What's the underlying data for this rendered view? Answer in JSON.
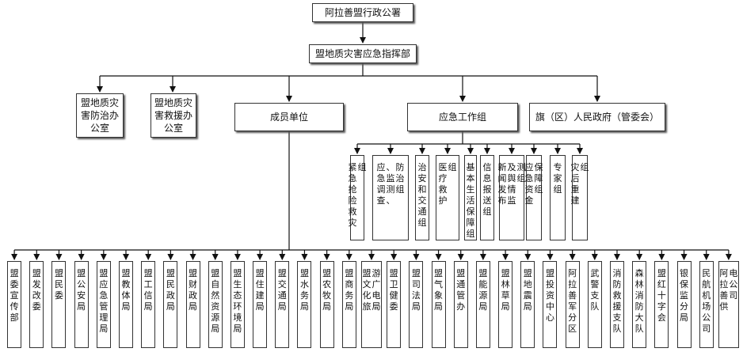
{
  "top": "阿拉善盟行政公署",
  "hq": "盟地质灾害应急指挥部",
  "level2": [
    "盟地质灾害防治办公室",
    "盟地质灾害救援办公室",
    "成员单位",
    "应急工作组",
    "旗（区）人民政府（管委会）"
  ],
  "groups": [
    "紧急抢险救灾组",
    "应急调查、监测、防治组",
    "治安和交通组",
    "医疗救护组",
    "基本生活保障组",
    "信息报送组",
    "新闻发布及舆情监测组",
    "应急资金保障组",
    "专家组",
    "灾后重建组"
  ],
  "members": [
    "盟委宣传部",
    "盟发改委",
    "盟民委",
    "盟公安局",
    "盟应急管理局",
    "盟教体局",
    "盟工信局",
    "盟民政局",
    "盟财政局",
    "盟自然资源局",
    "盟生态环境局",
    "盟住建局",
    "盟交通局",
    "盟水务局",
    "盟农牧局",
    "盟商务局",
    "盟文化旅游广电局",
    "盟卫健委",
    "盟司法局",
    "盟气象局",
    "盟通管办",
    "盟能源局",
    "盟林草局",
    "盟地震局",
    "盟投资中心",
    "阿拉善军分区",
    "武警支队",
    "消防救援支队",
    "森林消防大队",
    "盟红十字会",
    "银保监分局",
    "民航机场公司",
    "阿拉善供电公司"
  ]
}
